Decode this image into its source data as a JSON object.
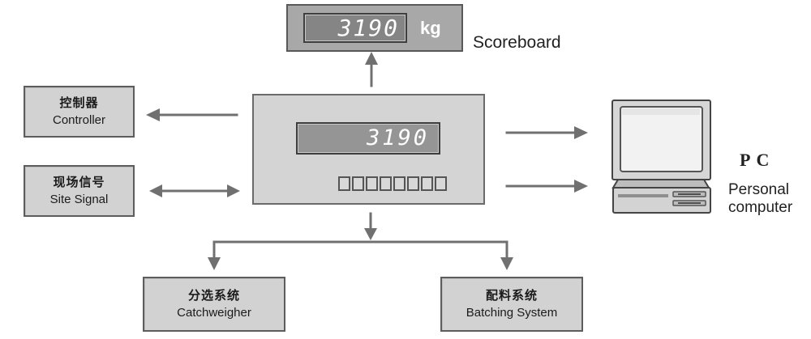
{
  "colors": {
    "box_fill": "#d2d2d2",
    "box_border": "#5d5d5d",
    "arrow": "#707070",
    "display_fill": "#959595",
    "display_text": "#ffffff"
  },
  "scoreboard": {
    "reading": "3190",
    "unit": "kg",
    "label": "Scoreboard"
  },
  "indicator": {
    "reading": "3190",
    "key_count": 8
  },
  "controller": {
    "zh": "控制器",
    "en": "Controller"
  },
  "site_signal": {
    "zh": "现场信号",
    "en": "Site Signal"
  },
  "catchweigher": {
    "zh": "分选系统",
    "en": "Catchweigher"
  },
  "batching": {
    "zh": "配料系统",
    "en": "Batching System"
  },
  "pc": {
    "abbr": "PC",
    "line1": "Personal",
    "line2": "computer"
  },
  "icons": {
    "computer": "desktop-computer-icon",
    "arrow": "arrow-icon"
  }
}
